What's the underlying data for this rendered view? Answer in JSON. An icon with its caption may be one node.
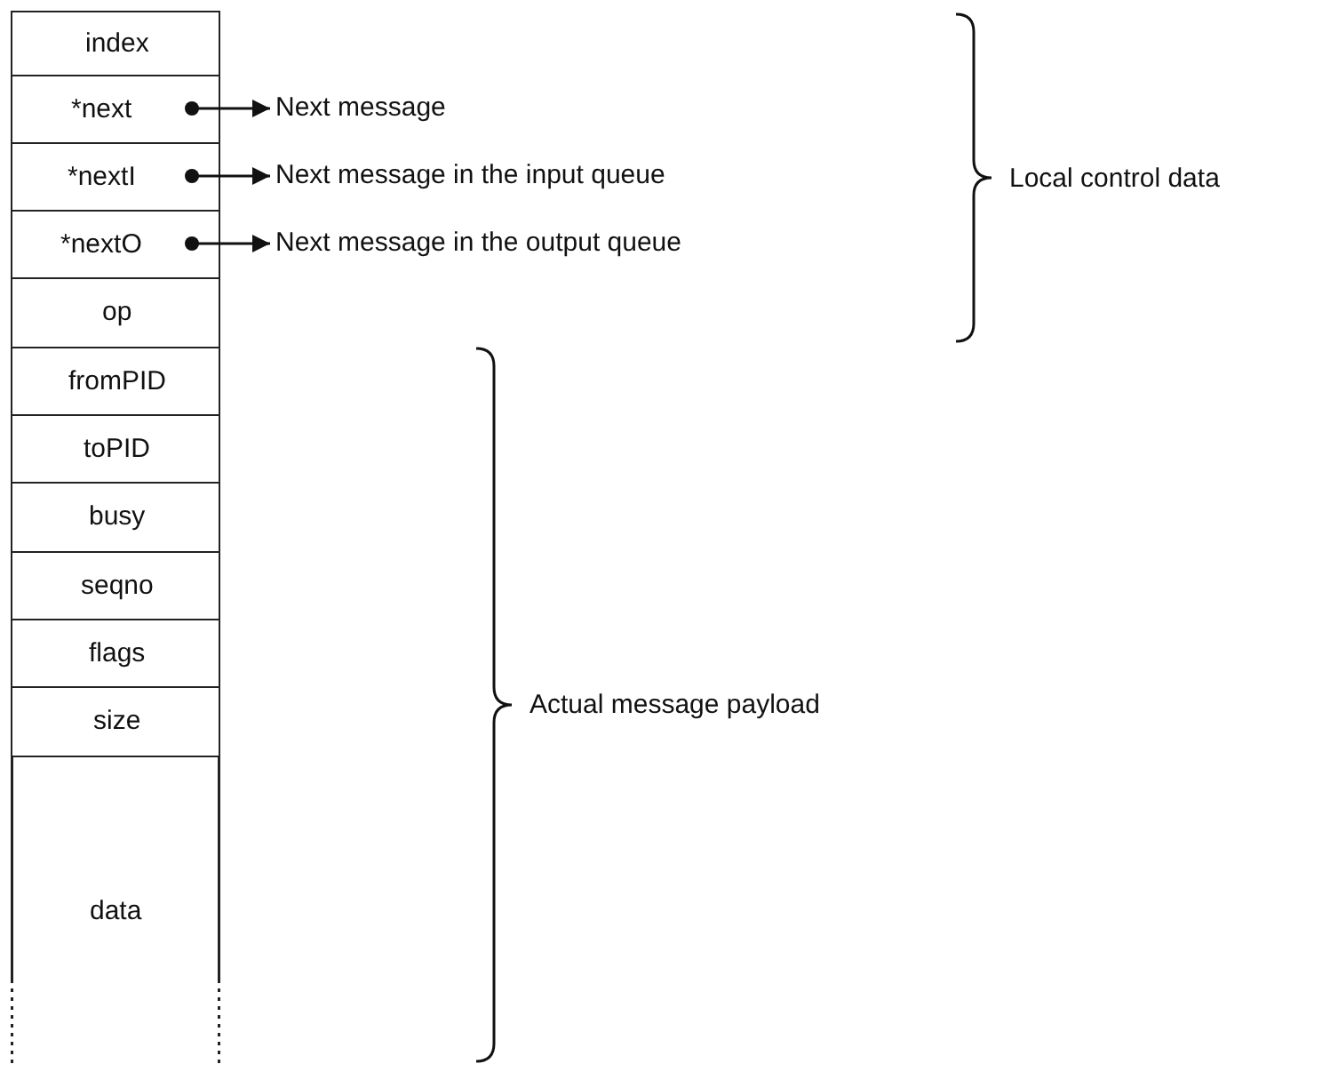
{
  "diagram": {
    "nodes": [
      {
        "text": [
          "index"
        ]
      },
      {
        "text": [
          "*next"
        ]
      },
      {
        "text": [
          "*nextI"
        ]
      },
      {
        "text": [
          "*nextO"
        ]
      },
      {
        "text": [
          "op"
        ]
      },
      {
        "text": [
          "fromPID"
        ]
      },
      {
        "text": [
          "toPID"
        ]
      },
      {
        "text": [
          "busy"
        ]
      },
      {
        "text": [
          "seqno"
        ]
      },
      {
        "text": [
          "flags"
        ]
      },
      {
        "text": [
          "size"
        ]
      },
      {
        "text": [
          "data"
        ]
      },
      {
        "text": [
          "Next message"
        ]
      },
      {
        "text": [
          "Next message in the input queue"
        ]
      },
      {
        "text": [
          "Next message in the output queue"
        ]
      }
    ],
    "edges": [
      {
        "from": 1,
        "to": 12,
        "arrow": "to"
      },
      {
        "from": 2,
        "to": 13,
        "arrow": "to"
      },
      {
        "from": 3,
        "to": 14,
        "arrow": "to"
      }
    ],
    "labels": [
      "Local control data",
      "Actual message payload"
    ]
  }
}
